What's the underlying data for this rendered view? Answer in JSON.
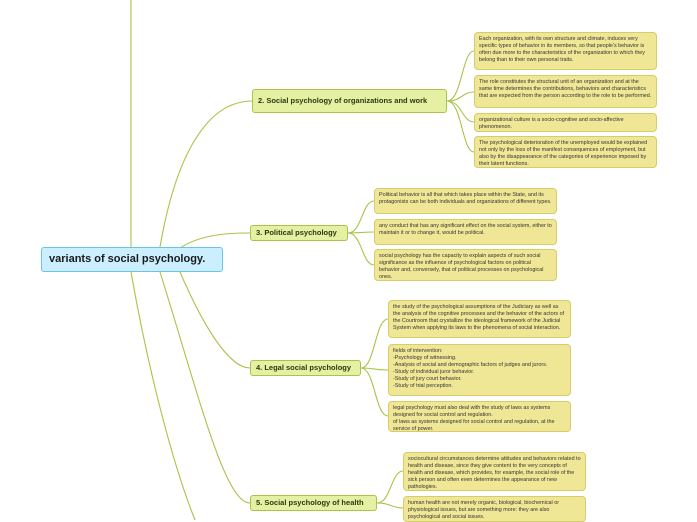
{
  "root": {
    "title": "variants of social psychology."
  },
  "branches": [
    {
      "label": "2.  Social psychology of organizations and work",
      "leaves": [
        "Each organization, with its own structure and climate, induces very specific types of behavior in its members, so that people's behavior is often due more to the characteristics of the organization to which they belong than to their own personal traits.",
        "The role constitutes the structural unit of an organization and at the same time determines the contributions, behaviors and characteristics that are expected from the person according to the role to be performed.",
        "organizational culture is a socio-cognitive and socio-affective phenomenon.",
        "The psychological deterioration of the unemployed would be explained not only by the loss of the manifest consequences of employment, but also by the disappearance of the categories of experience imposed by their latent functions."
      ]
    },
    {
      "label": "3. Political psychology",
      "leaves": [
        "Political behavior is all that which takes place within the State, and its protagonists can be both individuals and organizations of different types.",
        "any conduct that has any significant effect on the social system, either to maintain it or to change it, would be political.",
        "social psychology has the capacity to explain aspects of such social significance as the influence of psychological factors on political behavior and, conversely, that of political processes on psychological ones."
      ]
    },
    {
      "label": "4. Legal social psychology",
      "leaves": [
        "the study of the psychological assumptions of the Judiciary as well as the analysis of the cognitive processes and the behavior of the actors of the Courtroom that crystallize the ideological framework of the Judicial System when applying its laws to the phenomena of social interaction.",
        "fields of intervention:\n-Psychology of witnessing.\n-Analysis of social and demographic factors of judges and jurors.\n-Study of individual juror behavior.\n-Study of jury court behavior.\n-Study of trial perception.",
        "legal psychology must also deal with the study of laws as systems designed for social control and regulation.\nof laws as systems designed for social control and regulation, at the service of power."
      ]
    },
    {
      "label": "5. Social psychology of health",
      "leaves": [
        "sociocultural circumstances determine attitudes and behaviors related to health and disease, since they give content to the very concepts of health and disease, which provides, for example, the social role of the sick person and often even determines the appearance of new pathologies.",
        "human health are not merely organic, biological, biochemical or physiological issues, but are something more: they are also psychological and social issues."
      ]
    }
  ],
  "colors": {
    "root_fill": "#ccefff",
    "branch_fill": "#e6f0a3",
    "leaf_fill": "#efe796",
    "connector": "#a8c44a"
  }
}
